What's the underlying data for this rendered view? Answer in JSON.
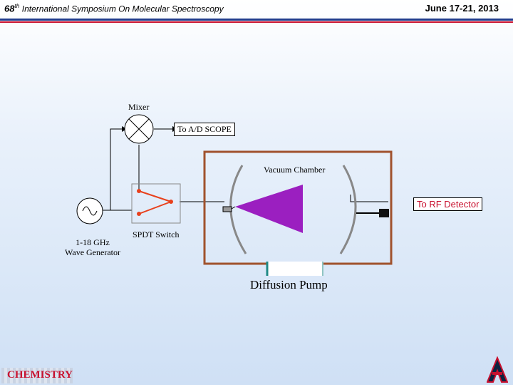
{
  "header": {
    "conference_number": "68",
    "conference_superscript": "th",
    "conference_name": "International Symposium On Molecular Spectroscopy",
    "dates": "June 17-21, 2013"
  },
  "diagram": {
    "mixer_label": "Mixer",
    "scope_label": "To A/D SCOPE",
    "chamber_label": "Vacuum Chamber",
    "rf_detector_label": "To RF Detector",
    "generator_label_line1": "1-18 GHz",
    "generator_label_line2": "Wave Generator",
    "switch_label": "SPDT Switch",
    "pump_label": "Diffusion Pump"
  },
  "footer": {
    "logo_text": "CHEMISTRY",
    "university_logo_letter": "A"
  },
  "colors": {
    "rule_blue": "#1f3c8c",
    "rule_red": "#c8102e",
    "chamber_border": "#a0522d",
    "horn_purple": "#9b1fc0",
    "switch_red": "#e8401c",
    "pump_teal": "#1f8a86"
  }
}
